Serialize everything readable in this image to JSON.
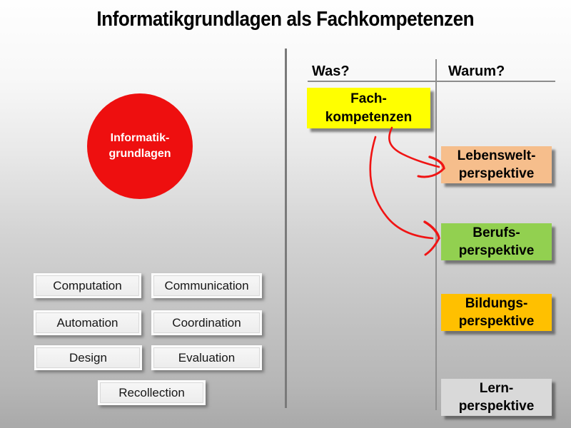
{
  "slide": {
    "title": "Informatikgrundlagen als Fachkompetenzen"
  },
  "circle": {
    "line1": "Informatik-",
    "line2": "grundlagen",
    "color": "#EE0F0F"
  },
  "concept_buttons": [
    "Computation",
    "Communication",
    "Automation",
    "Coordination",
    "Design",
    "Evaluation",
    "Recollection"
  ],
  "columns": {
    "left_header": "Was?",
    "right_header": "Warum?"
  },
  "fach_box": {
    "line1": "Fach-",
    "line2": "kompetenzen",
    "color": "#FFFF00"
  },
  "perspective_boxes": [
    {
      "line1": "Lebenswelt-",
      "line2": "perspektive",
      "color": "#F6BE8C"
    },
    {
      "line1": "Berufs-",
      "line2": "perspektive",
      "color": "#92D050"
    },
    {
      "line1": "Bildungs-",
      "line2": "perspektive",
      "color": "#FFC000"
    },
    {
      "line1": "Lern-",
      "line2": "perspektive",
      "color": "#D9D9D9"
    }
  ],
  "arrows": {
    "color": "#F01414",
    "from": "Fach-kompetenzen",
    "targets": [
      "Lebenswelt-perspektive",
      "Berufs-perspektive"
    ]
  }
}
